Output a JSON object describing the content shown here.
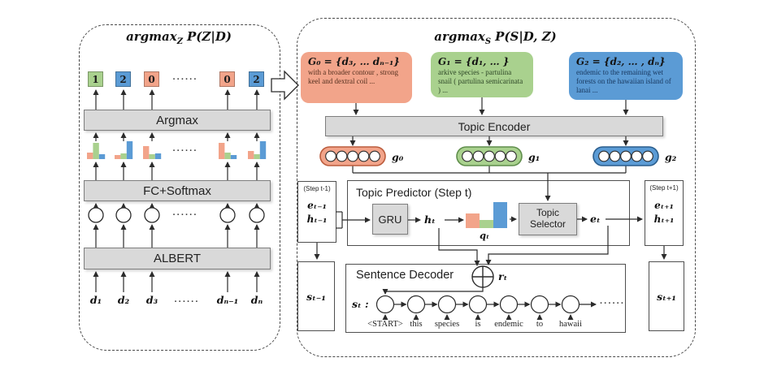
{
  "colors": {
    "green": "#a9d18e",
    "blue": "#5b9bd5",
    "salmon": "#f2a48a",
    "box_gray": "#d9d9d9"
  },
  "left_panel": {
    "title": {
      "func": "argmax",
      "sub": "Z",
      "expr": "P(Z|D)"
    },
    "chips": [
      {
        "label": "1",
        "color": "green"
      },
      {
        "label": "2",
        "color": "blue"
      },
      {
        "label": "0",
        "color": "salmon"
      },
      {
        "label": "0",
        "color": "salmon"
      },
      {
        "label": "2",
        "color": "blue"
      }
    ],
    "dots": "······",
    "layers": {
      "argmax": "Argmax",
      "fc": "FC+Softmax",
      "albert": "ALBERT"
    },
    "inputs": [
      "d₁",
      "d₂",
      "d₃",
      "dₙ₋₁",
      "dₙ"
    ],
    "softmax_bars": [
      [
        8,
        20,
        6
      ],
      [
        5,
        7,
        22
      ],
      [
        16,
        6,
        7
      ],
      [
        20,
        8,
        5
      ],
      [
        10,
        6,
        22
      ]
    ]
  },
  "right_panel": {
    "title": {
      "func": "argmax",
      "sub": "S",
      "expr": "P(S|D, Z)"
    },
    "topic_groups": [
      {
        "title": "G₀ = {d₃, … dₙ₋₁}",
        "desc": "with a broader contour , strong keel and dextral coil ...",
        "color": "salmon"
      },
      {
        "title": "G₁ = {d₁, … }",
        "desc": "arkive species - partulina snail ( partulina semicarinata ) ...",
        "color": "green"
      },
      {
        "title": "G₂ = {d₂, … , dₙ}",
        "desc": "endemic to the remaining wet forests on the hawaiian island of lanai ...",
        "color": "blue"
      }
    ],
    "topic_encoder": "Topic Encoder",
    "topic_vectors": [
      {
        "label": "g₀",
        "color": "salmon"
      },
      {
        "label": "g₁",
        "color": "green"
      },
      {
        "label": "g₂",
        "color": "blue"
      }
    ],
    "step_prev": {
      "header": "(Step t-1)",
      "e": "eₜ₋₁",
      "h": "hₜ₋₁",
      "s": "sₜ₋₁"
    },
    "step_next": {
      "header": "(Step t+1)",
      "e": "eₜ₊₁",
      "h": "hₜ₊₁",
      "s": "sₜ₊₁"
    },
    "predictor": {
      "title": "Topic Predictor (Step t)",
      "gru": "GRU",
      "h": "hₜ",
      "q": "qₜ",
      "q_bars": [
        18,
        10,
        32
      ],
      "selector": "Topic Selector",
      "e": "eₜ"
    },
    "decoder": {
      "title": "Sentence Decoder",
      "r": "rₜ",
      "s": "sₜ :",
      "words": [
        "<START>",
        "this",
        "species",
        "is",
        "endemic",
        "to",
        "hawaii"
      ],
      "dots": "······"
    }
  }
}
